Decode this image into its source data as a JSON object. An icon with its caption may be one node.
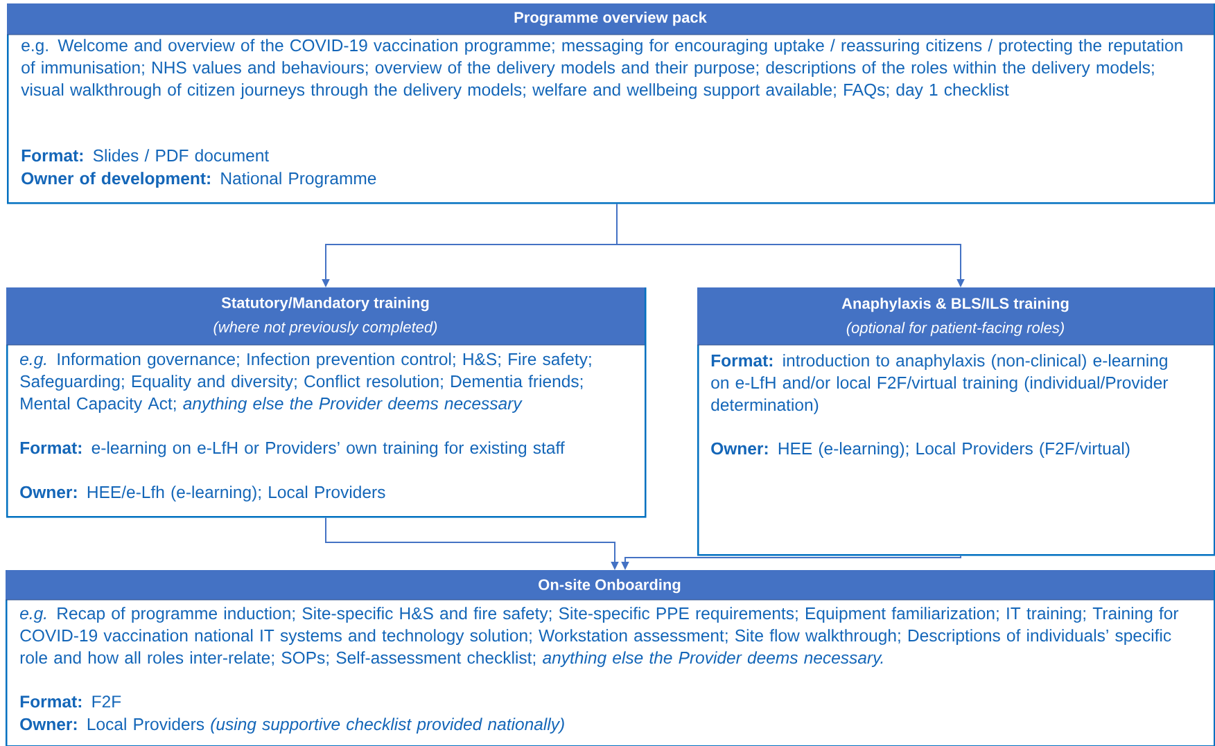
{
  "diagram": {
    "nodes": [
      {
        "text": [
          "Programme overview pack",
          "e.g. Welcome and overview of the COVID-19 vaccination programme; messaging for encouraging uptake / reassuring citizens / protecting the reputation of immunisation; NHS values and behaviours; overview of the delivery models and their purpose; descriptions of the roles within the delivery models; visual walkthrough of citizen journeys through the delivery models; welfare and wellbeing support available; FAQs; day 1 checklist",
          "**Format:** Slides / PDF document",
          "**Owner of development:** National Programme"
        ]
      },
      {
        "text": [
          "Statutory/Mandatory training",
          "(where not previously completed)",
          "*e.g.* Information governance; Infection prevention control; H&S; Fire safety; Safeguarding; Equality and diversity; Conflict resolution; Dementia friends; Mental Capacity Act; *anything else the Provider deems necessary*",
          "**Format:** e-learning on e-LfH or Providers’ own training for existing staff",
          "**Owner:** HEE/e-Lfh (e-learning); Local Providers"
        ]
      },
      {
        "text": [
          "Anaphylaxis & BLS/ILS training",
          "(optional for patient-facing roles)",
          "**Format:** introduction to anaphylaxis (non-clinical) e-learning on e-LfH and/or local F2F/virtual training (individual/Provider determination)",
          "**Owner:** HEE (e-learning); Local Providers (F2F/virtual)"
        ]
      },
      {
        "text": [
          "On-site Onboarding",
          "*e.g.* Recap of programme induction; Site-specific H&S and fire safety; Site-specific PPE requirements; Equipment familiarization; IT training; Training for COVID-19 vaccination national IT systems and technology solution; Workstation assessment; Site flow walkthrough; Descriptions of individuals’ specific role and how all roles inter-relate; SOPs; Self-assessment checklist; *anything else the Provider deems necessary.*",
          "**Format:** F2F",
          "**Owner:** Local Providers *(using supportive checklist provided nationally)*"
        ]
      }
    ],
    "edges": [
      {
        "from": 0,
        "to": 1,
        "arrow": "to"
      },
      {
        "from": 0,
        "to": 2,
        "arrow": "to"
      },
      {
        "from": 1,
        "to": 3,
        "arrow": "to"
      },
      {
        "from": 2,
        "to": 3,
        "arrow": "to"
      }
    ]
  }
}
